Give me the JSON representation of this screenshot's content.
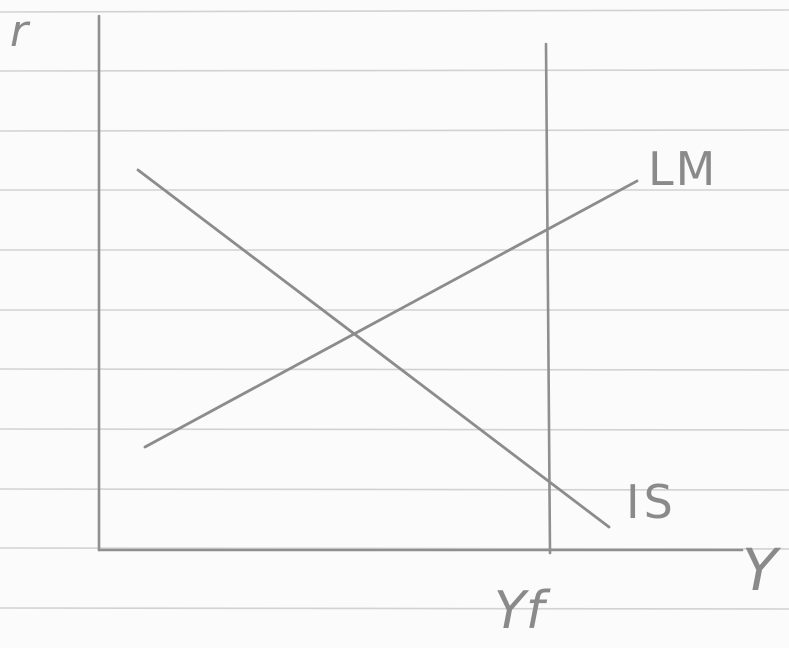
{
  "diagram": {
    "axes": {
      "y_label": "r",
      "x_label": "Y"
    },
    "curves": [
      {
        "id": "LM",
        "label": "LM",
        "slope": "upward"
      },
      {
        "id": "IS",
        "label": "IS",
        "slope": "downward"
      }
    ],
    "vertical_line": {
      "label": "Yf"
    },
    "colors": {
      "paper": "#fbfbfb",
      "ruled_line": "#d2d2d2",
      "pencil": "#8c8c8c"
    }
  }
}
